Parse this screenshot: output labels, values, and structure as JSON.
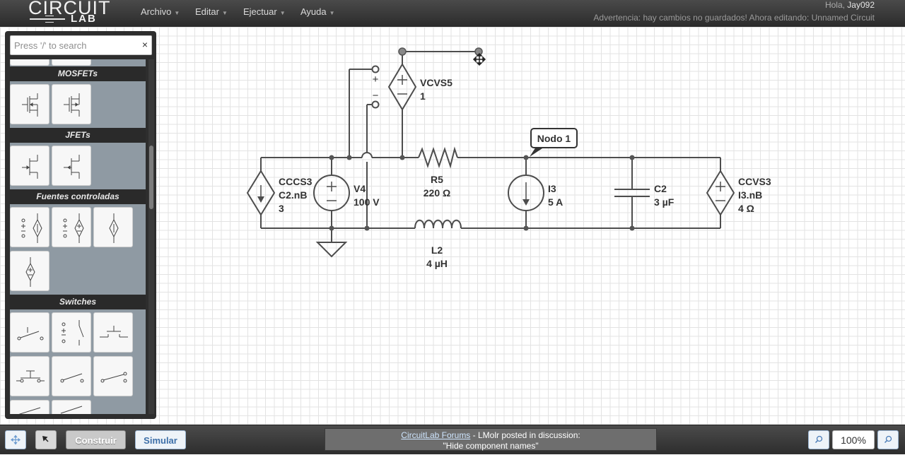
{
  "app": {
    "logo_top": "CIRCUIT",
    "logo_bottom": "LAB",
    "menu": [
      {
        "label": "Archivo"
      },
      {
        "label": "Editar"
      },
      {
        "label": "Ejectuar"
      },
      {
        "label": "Ayuda"
      }
    ],
    "greeting": "Hola,",
    "username": "Jay092",
    "warning": "Advertencia: hay cambios no guardados! Ahora editando: Unnamed Circuit"
  },
  "sidebar": {
    "search_placeholder": "Press '/' to search",
    "clear_symbol": "×",
    "categories": [
      "MOSFETs",
      "JFETs",
      "Fuentes controladas",
      "Switches"
    ]
  },
  "schematic": {
    "components": [
      {
        "name": "VCVS5",
        "value": "1"
      },
      {
        "name": "CCCS3",
        "value": "C2.nB",
        "extra": "3"
      },
      {
        "name": "V4",
        "value": "100 V"
      },
      {
        "name": "R5",
        "value": "220 Ω"
      },
      {
        "name": "I3",
        "value": "5 A"
      },
      {
        "name": "C2",
        "value": "3 µF"
      },
      {
        "name": "CCVS3",
        "value": "I3.nB",
        "extra": "4 Ω"
      },
      {
        "name": "L2",
        "value": "4 µH"
      }
    ],
    "node_label": "Nodo 1",
    "plus_sign": "+",
    "minus_sign": "−"
  },
  "bottom": {
    "build_label": "Construir",
    "simulate_label": "Simular",
    "news_link": "CircuitLab Forums",
    "news_text": " - LMolr posted in discussion:",
    "news_title": "\"Hide component names\"",
    "zoom": "100%"
  },
  "colors": {
    "topbar": "#333333",
    "wire": "#555555",
    "accent": "#3d6fa8"
  },
  "icons": [
    "move-icon",
    "pointer-icon",
    "zoom-out-icon",
    "zoom-in-icon",
    "close-icon"
  ]
}
